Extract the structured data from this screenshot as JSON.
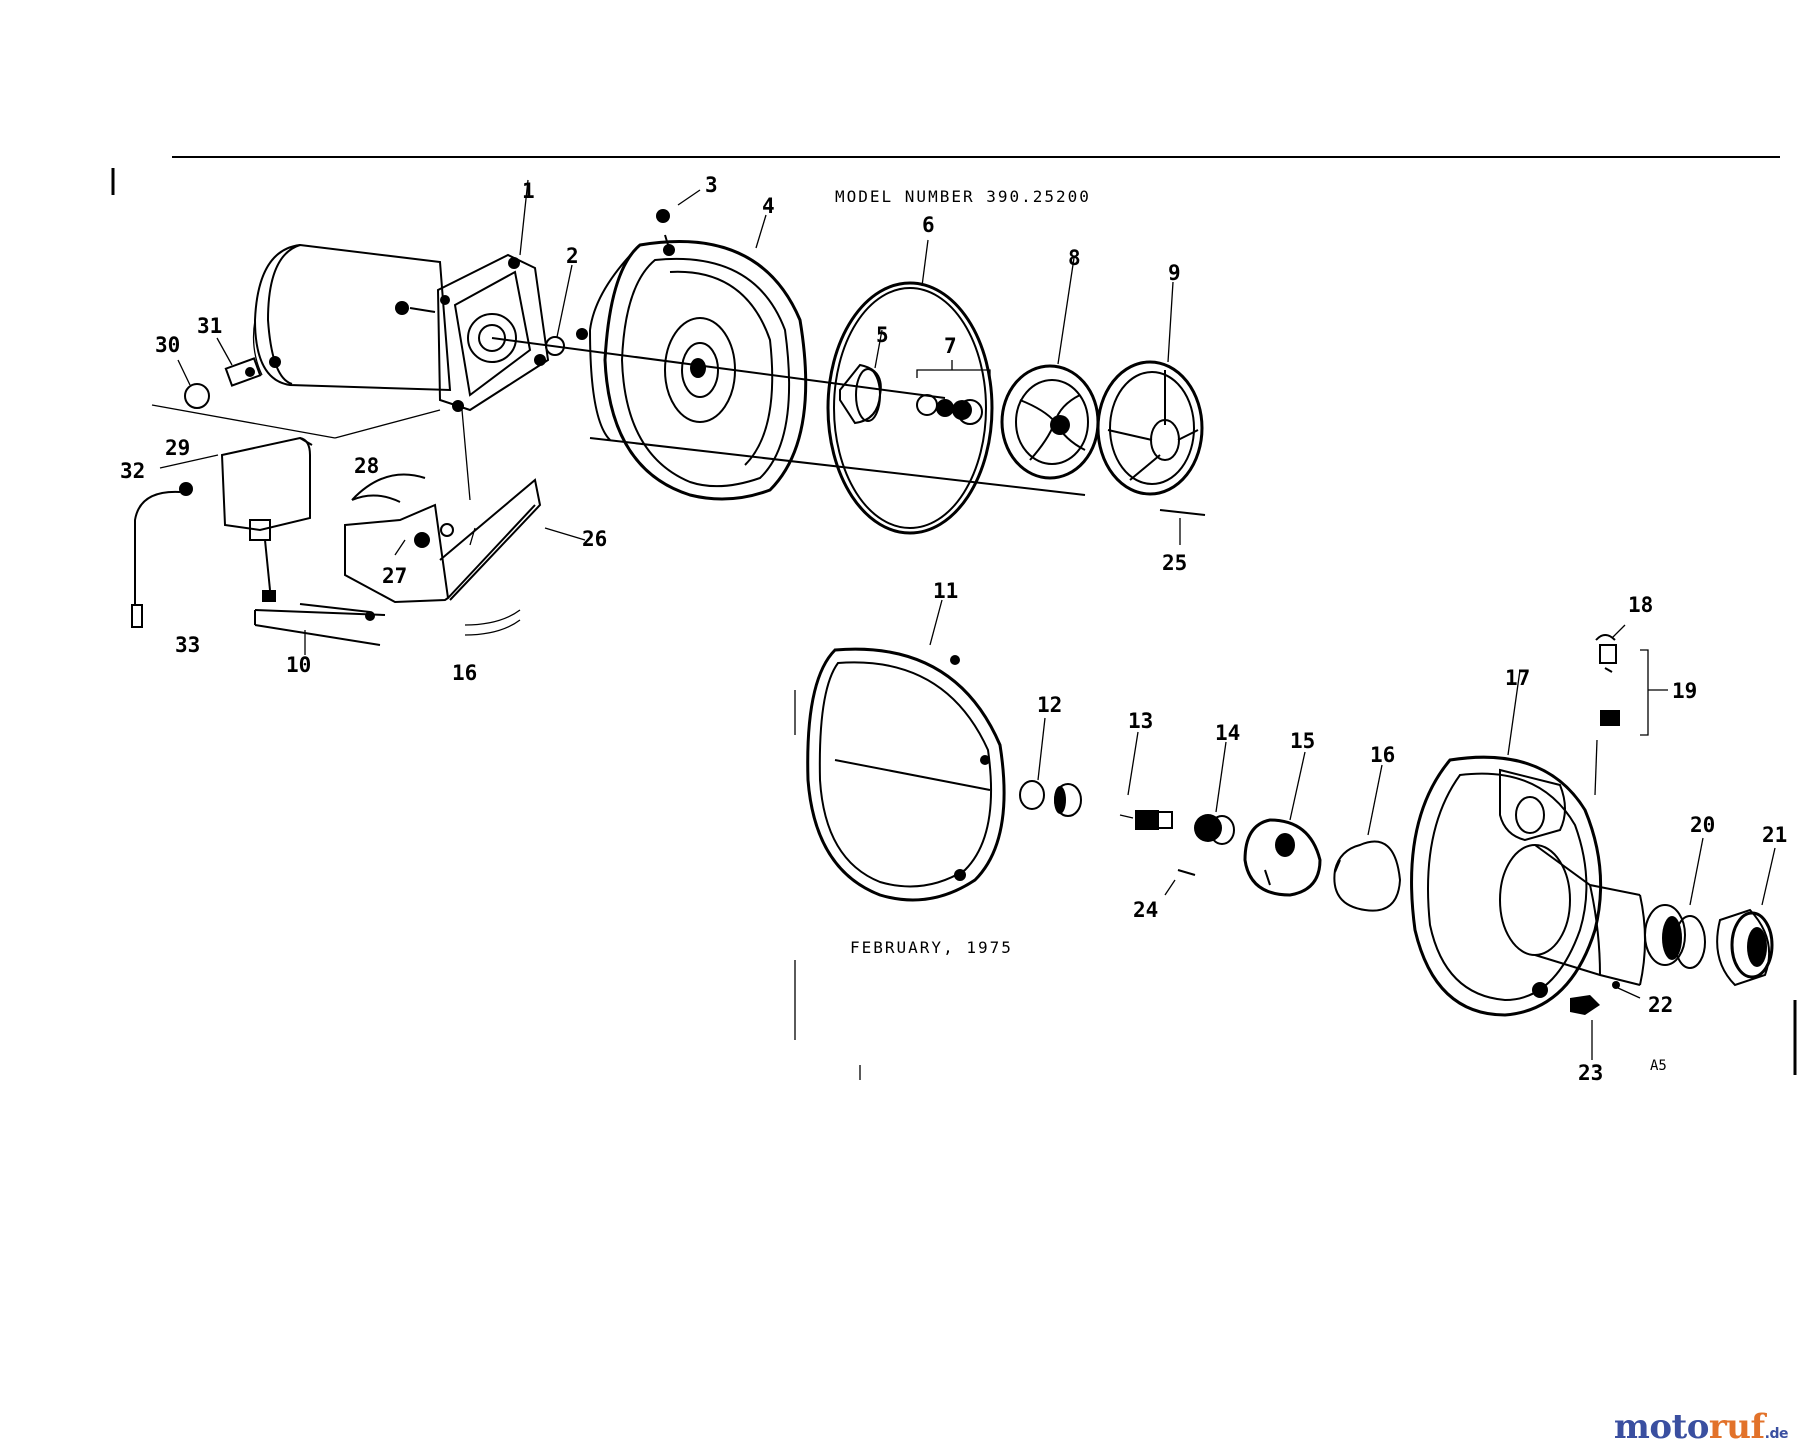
{
  "header": {
    "model_text": "MODEL NUMBER 390.25200",
    "date_text": "FEBRUARY, 1975",
    "page_code": "A5"
  },
  "callouts": [
    {
      "id": "1",
      "label": "1"
    },
    {
      "id": "2",
      "label": "2"
    },
    {
      "id": "3",
      "label": "3"
    },
    {
      "id": "4",
      "label": "4"
    },
    {
      "id": "5",
      "label": "5"
    },
    {
      "id": "6",
      "label": "6"
    },
    {
      "id": "7",
      "label": "7"
    },
    {
      "id": "8",
      "label": "8"
    },
    {
      "id": "9",
      "label": "9"
    },
    {
      "id": "10",
      "label": "10"
    },
    {
      "id": "11",
      "label": "11"
    },
    {
      "id": "12",
      "label": "12"
    },
    {
      "id": "13",
      "label": "13"
    },
    {
      "id": "14",
      "label": "14"
    },
    {
      "id": "15",
      "label": "15"
    },
    {
      "id": "16",
      "label": "16"
    },
    {
      "id": "17",
      "label": "17"
    },
    {
      "id": "18",
      "label": "18"
    },
    {
      "id": "19",
      "label": "19"
    },
    {
      "id": "20",
      "label": "20"
    },
    {
      "id": "21",
      "label": "21"
    },
    {
      "id": "22",
      "label": "22"
    },
    {
      "id": "23",
      "label": "23"
    },
    {
      "id": "24",
      "label": "24"
    },
    {
      "id": "25",
      "label": "25"
    },
    {
      "id": "26",
      "label": "26"
    },
    {
      "id": "27",
      "label": "27"
    },
    {
      "id": "28",
      "label": "28"
    },
    {
      "id": "29",
      "label": "29"
    },
    {
      "id": "30",
      "label": "30"
    },
    {
      "id": "31",
      "label": "31"
    },
    {
      "id": "32",
      "label": "32"
    },
    {
      "id": "33",
      "label": "33"
    },
    {
      "id": "16b",
      "label": "16"
    }
  ],
  "watermark": {
    "part1": "moto",
    "part2": "ruf",
    "tld": ".de",
    "color_primary": "#3a4fa0",
    "color_accent": "#e2722a"
  }
}
